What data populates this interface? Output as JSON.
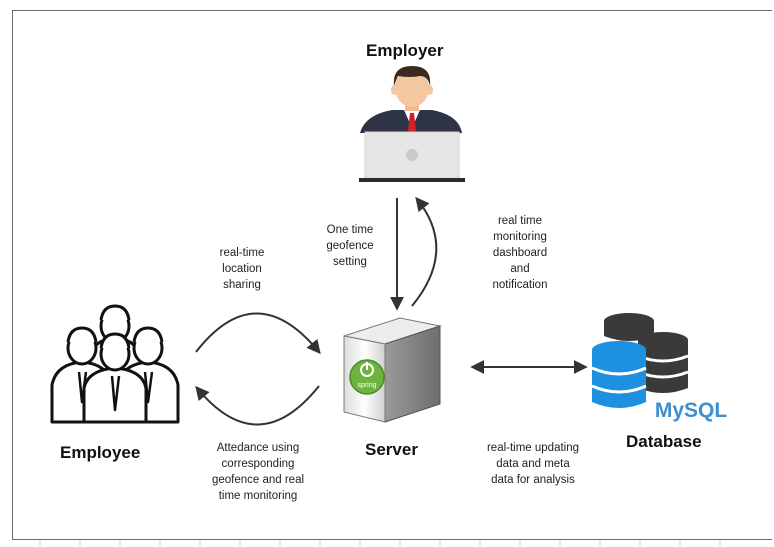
{
  "nodes": {
    "employer": "Employer",
    "employee": "Employee",
    "server": "Server",
    "database": "Database",
    "spring_label": "spring",
    "mysql_label": "MySQL"
  },
  "flows": {
    "geofence_setting": [
      "One time",
      "geofence",
      "setting"
    ],
    "monitoring_dashboard": [
      "real time",
      "monitoring",
      "dashboard",
      "and",
      "notification"
    ],
    "location_sharing": [
      "real-time",
      "location",
      "sharing"
    ],
    "attendance": [
      "Attedance using",
      "corresponding",
      "geofence and real",
      "time monitoring"
    ],
    "db_updating": [
      "real-time updating",
      "data and meta",
      "data for analysis"
    ]
  },
  "colors": {
    "spring_green": "#6db33f",
    "mysql_blue": "#1e90e0",
    "db_dark": "#3a3a3a",
    "arrow": "#333333",
    "tie_red": "#d0202a",
    "suit": "#2e3445",
    "hair": "#3b2a20",
    "skin": "#f4c7a1"
  },
  "icons": [
    "employer-at-laptop-icon",
    "employee-group-icon",
    "server-tower-icon",
    "database-stack-icon"
  ]
}
